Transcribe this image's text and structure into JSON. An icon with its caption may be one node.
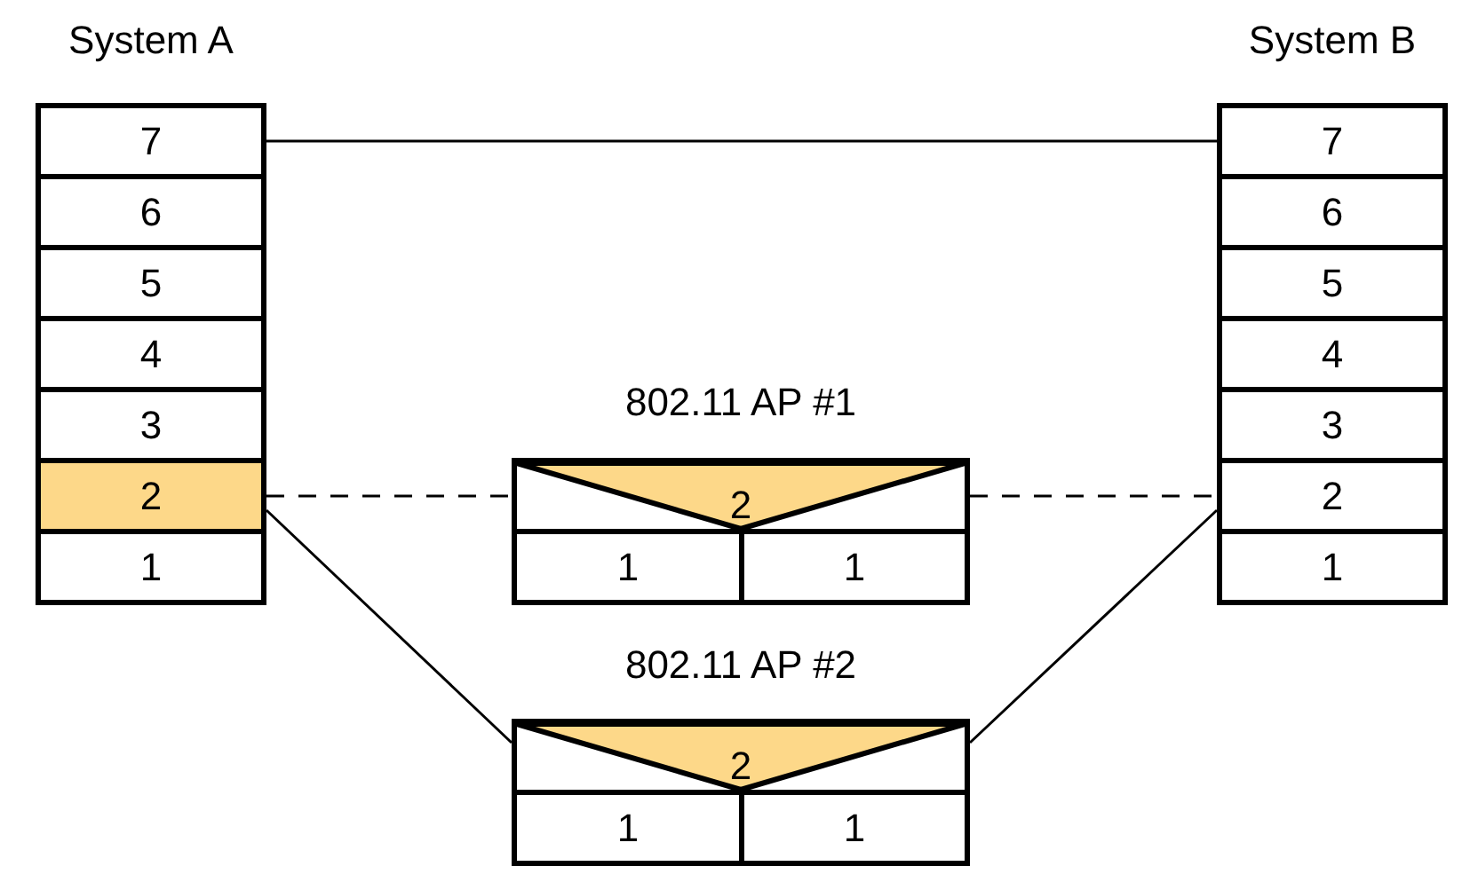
{
  "diagram": {
    "nodes": [
      {
        "text": [
          "System A"
        ]
      },
      {
        "text": [
          "7"
        ],
        "in": 0
      },
      {
        "text": [
          "6"
        ],
        "in": 0
      },
      {
        "text": [
          "5"
        ],
        "in": 0
      },
      {
        "text": [
          "4"
        ],
        "in": 0
      },
      {
        "text": [
          "3"
        ],
        "in": 0
      },
      {
        "text": [
          "2"
        ],
        "in": 0
      },
      {
        "text": [
          "1"
        ],
        "in": 0
      },
      {
        "text": [
          "System B"
        ]
      },
      {
        "text": [
          "7"
        ],
        "in": 8
      },
      {
        "text": [
          "6"
        ],
        "in": 8
      },
      {
        "text": [
          "5"
        ],
        "in": 8
      },
      {
        "text": [
          "4"
        ],
        "in": 8
      },
      {
        "text": [
          "3"
        ],
        "in": 8
      },
      {
        "text": [
          "2"
        ],
        "in": 8
      },
      {
        "text": [
          "1"
        ],
        "in": 8
      },
      {
        "text": [
          "802.11 AP #1"
        ]
      },
      {
        "text": [
          "2"
        ],
        "in": 16
      },
      {
        "text": [
          "1"
        ],
        "in": 16
      },
      {
        "text": [
          "1"
        ],
        "in": 16
      },
      {
        "text": [
          "802.11 AP #2"
        ]
      },
      {
        "text": [
          "2"
        ],
        "in": 20
      },
      {
        "text": [
          "1"
        ],
        "in": 20
      },
      {
        "text": [
          "1"
        ],
        "in": 20
      }
    ],
    "edges": [
      {
        "from": 1,
        "to": 9,
        "arrow": "none"
      },
      {
        "from": 6,
        "to": 17,
        "arrow": "none",
        "style": "dashed"
      },
      {
        "from": 17,
        "to": 14,
        "arrow": "none",
        "style": "dashed"
      },
      {
        "from": 6,
        "to": 21,
        "arrow": "none"
      },
      {
        "from": 21,
        "to": 14,
        "arrow": "none"
      }
    ]
  }
}
